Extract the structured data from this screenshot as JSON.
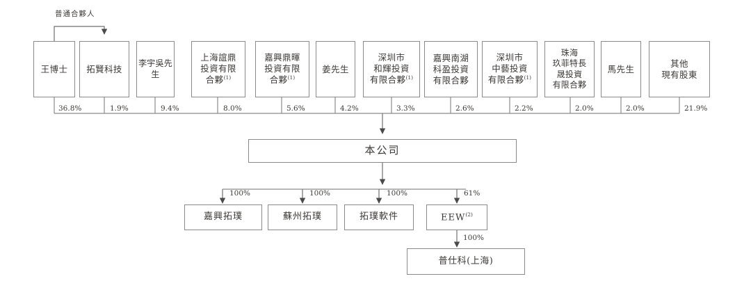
{
  "diagram": {
    "title": "shareholding-structure",
    "line_color": "#8a8a8a",
    "text_color": "#3c3a38",
    "background": "#ffffff",
    "general_partner_label": "普通合夥人"
  },
  "shareholders": [
    {
      "id": "wang",
      "name": "王博士",
      "note": "",
      "percent": "36.8%"
    },
    {
      "id": "tuoxian",
      "name": "拓賢科技",
      "note": "",
      "percent": "1.9%"
    },
    {
      "id": "liyuwu",
      "name": "李宇吳先生",
      "note": "",
      "percent": "9.4%"
    },
    {
      "id": "shyiding",
      "name": "上海誼鼎\n投資有限\n合夥",
      "note": "(1)",
      "percent": "8.0%"
    },
    {
      "id": "jxdinghui",
      "name": "嘉興鼎暉\n投資有限\n合夥",
      "note": "(1)",
      "percent": "5.6%"
    },
    {
      "id": "jiang",
      "name": "姜先生",
      "note": "",
      "percent": "4.2%"
    },
    {
      "id": "szhehui",
      "name": "深圳市\n和輝投資\n有限合夥",
      "note": "(1)",
      "percent": "3.3%"
    },
    {
      "id": "jxnanhu",
      "name": "嘉興南湖\n科盈投資\n有限合夥",
      "note": "",
      "percent": "2.6%"
    },
    {
      "id": "szzhongyi",
      "name": "深圳市\n中藝投資\n有限合夥",
      "note": "(1)",
      "percent": "2.2%"
    },
    {
      "id": "zhjiufeite",
      "name": "珠海\n玖菲特長\n晟投資\n有限合夥",
      "note": "",
      "percent": "2.0%"
    },
    {
      "id": "ma",
      "name": "馬先生",
      "note": "",
      "percent": "2.0%"
    },
    {
      "id": "others",
      "name": "其他\n現有股東",
      "note": "",
      "percent": "21.9%"
    }
  ],
  "company": {
    "name": "本公司"
  },
  "subsidiaries": [
    {
      "id": "jxtuopu",
      "name": "嘉興拓璞",
      "note": "",
      "percent": "100%"
    },
    {
      "id": "szhtuopu",
      "name": "蘇州拓璞",
      "note": "",
      "percent": "100%"
    },
    {
      "id": "tuopusw",
      "name": "拓璞軟件",
      "note": "",
      "percent": "100%"
    },
    {
      "id": "eew",
      "name": "EEW",
      "note": "(2)",
      "percent": "61%"
    }
  ],
  "sub_subsidiary": {
    "id": "pushike",
    "name": "普仕科(上海)",
    "note": "",
    "percent": "100%",
    "parent": "eew"
  },
  "chart_data": {
    "type": "diagram",
    "subtype": "org-shareholding-tree",
    "levels": 4,
    "root": "本公司",
    "shareholder_percents": [
      "36.8%",
      "1.9%",
      "9.4%",
      "8.0%",
      "5.6%",
      "4.2%",
      "3.3%",
      "2.6%",
      "2.2%",
      "2.0%",
      "2.0%",
      "21.9%"
    ],
    "subsidiary_percents": [
      "100%",
      "100%",
      "100%",
      "61%"
    ],
    "sub_subsidiary_percent": "100%",
    "annotations": [
      "普通合夥人"
    ],
    "footnote_markers": [
      "(1)",
      "(2)"
    ]
  }
}
